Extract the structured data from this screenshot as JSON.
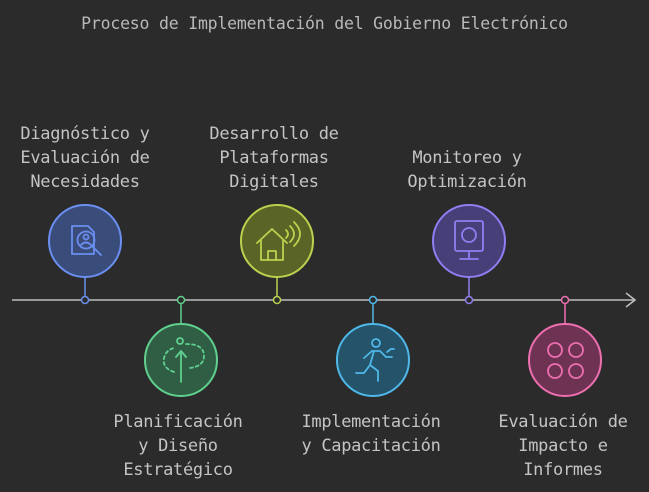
{
  "title": "Proceso de Implementación del Gobierno Electrónico",
  "steps": [
    {
      "label": "Diagnóstico y\nEvaluación de\nNecesidades",
      "position": "top",
      "color": "#6b8ff0",
      "fill": "#3a4c7a",
      "icon": "diagnosis-search-icon"
    },
    {
      "label": "Planificación\ny Diseño\nEstratégico",
      "position": "bottom",
      "color": "#5fd08e",
      "fill": "#2f5e45",
      "icon": "strategy-path-icon"
    },
    {
      "label": "Desarrollo de\nPlataformas\nDigitales",
      "position": "top",
      "color": "#b9d24e",
      "fill": "#5a6426",
      "icon": "smart-home-icon"
    },
    {
      "label": "Implementación\ny Capacitación",
      "position": "bottom",
      "color": "#4fb8e8",
      "fill": "#24536a",
      "icon": "running-person-icon"
    },
    {
      "label": "Monitoreo y\nOptimización",
      "position": "top",
      "color": "#8f7ef0",
      "fill": "#473f78",
      "icon": "monitor-icon"
    },
    {
      "label": "Evaluación de\nImpacto e\nInformes",
      "position": "bottom",
      "color": "#ee6fb0",
      "fill": "#6e3253",
      "icon": "grid-circles-icon"
    }
  ]
}
